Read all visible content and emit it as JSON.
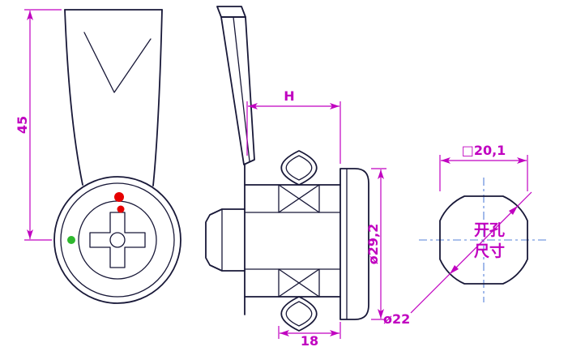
{
  "drawing": {
    "dimensions": {
      "front_height": "45",
      "grip_length": "H",
      "flange_diameter": "ø29,2",
      "body_length": "18",
      "cutout_square": "□20,1",
      "cutout_hole_diameter": "ø22"
    },
    "cutout_note": {
      "line1": "开孔",
      "line2": "尺寸"
    },
    "colors": {
      "line": "#181838",
      "dimension": "#c000c0",
      "centerline": "#5580d8",
      "indicator_red": "#e60000",
      "indicator_green": "#2eb82e",
      "background": "#ffffff"
    }
  }
}
